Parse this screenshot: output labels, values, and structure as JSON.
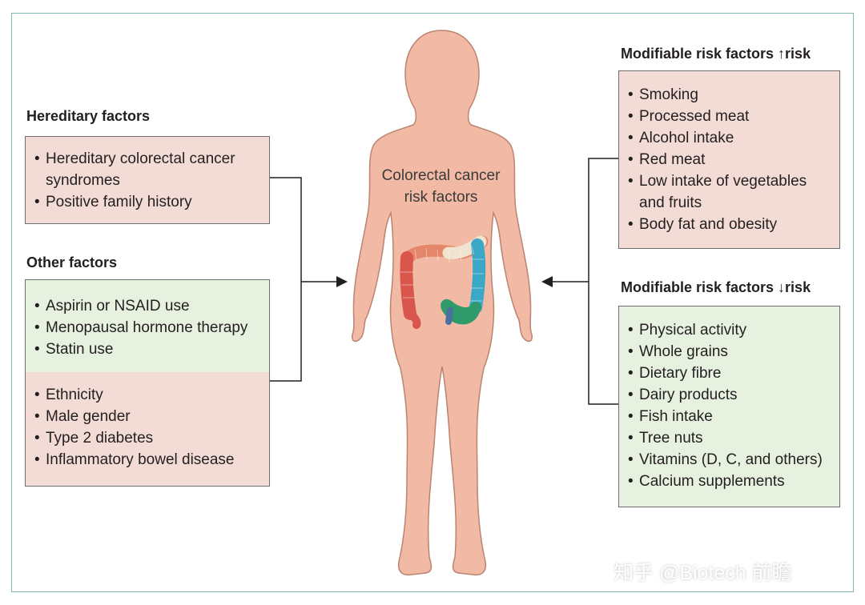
{
  "center": {
    "label_line1": "Colorectal cancer",
    "label_line2": "risk factors"
  },
  "hereditary": {
    "title": "Hereditary factors",
    "items": [
      "Hereditary colorectal cancer syndromes",
      "Positive family history"
    ]
  },
  "other": {
    "title": "Other factors",
    "green_items": [
      "Aspirin or NSAID use",
      "Menopausal hormone therapy",
      "Statin use"
    ],
    "pink_items": [
      "Ethnicity",
      "Male gender",
      "Type 2 diabetes",
      "Inflammatory bowel disease"
    ]
  },
  "modifiable_up": {
    "title": "Modifiable risk factors ↑risk",
    "items": [
      "Smoking",
      "Processed meat",
      "Alcohol intake",
      "Red meat",
      "Low intake of vegetables and fruits",
      "Body fat and obesity"
    ]
  },
  "modifiable_down": {
    "title": "Modifiable risk factors ↓risk",
    "items": [
      "Physical activity",
      "Whole grains",
      "Dietary fibre",
      "Dairy products",
      "Fish intake",
      "Tree nuts",
      "Vitamins (D, C, and others)",
      "Calcium supplements"
    ]
  },
  "watermark": "知乎 @Biotech 前瞻",
  "colors": {
    "frame": "#7fb8b2",
    "pink_box": "#f4dcd6",
    "green_box": "#e7f1df",
    "body": "#f2b9a4",
    "body_outline": "#b98570",
    "connector": "#231f20"
  }
}
